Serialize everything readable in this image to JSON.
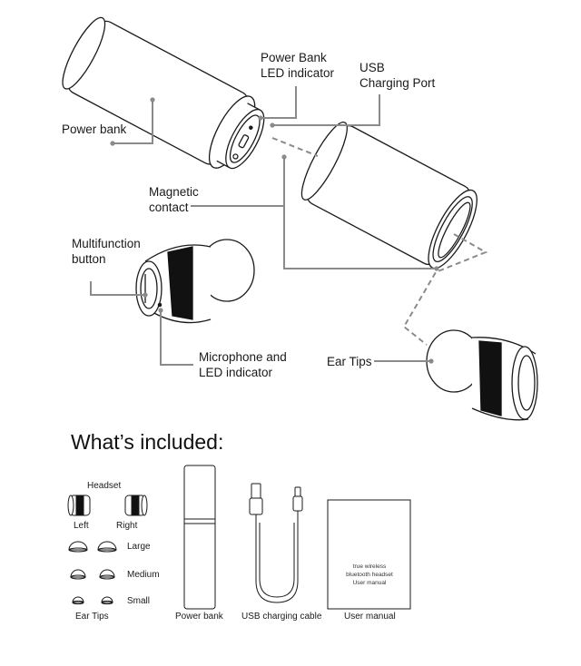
{
  "callouts": {
    "power_bank_led": "Power Bank\nLED indicator",
    "usb_port": "USB\nCharging Port",
    "power_bank": "Power bank",
    "magnetic": "Magnetic\ncontact",
    "multifunction": "Multifunction\nbutton",
    "mic_led": "Microphone and\nLED indicator",
    "ear_tips": "Ear Tips"
  },
  "included": {
    "title": "What’s included:",
    "headset": "Headset",
    "left": "Left",
    "right": "Right",
    "large": "Large",
    "medium": "Medium",
    "small": "Small",
    "ear_tips": "Ear Tips",
    "power_bank": "Power bank",
    "usb_cable": "USB charging cable",
    "user_manual": "User manual",
    "manual_cover": "true wireless\nbluetooth headset\nUser manual"
  },
  "colors": {
    "line": "#1a1a1a",
    "callout": "#8a8a8a",
    "band": "#111111"
  }
}
